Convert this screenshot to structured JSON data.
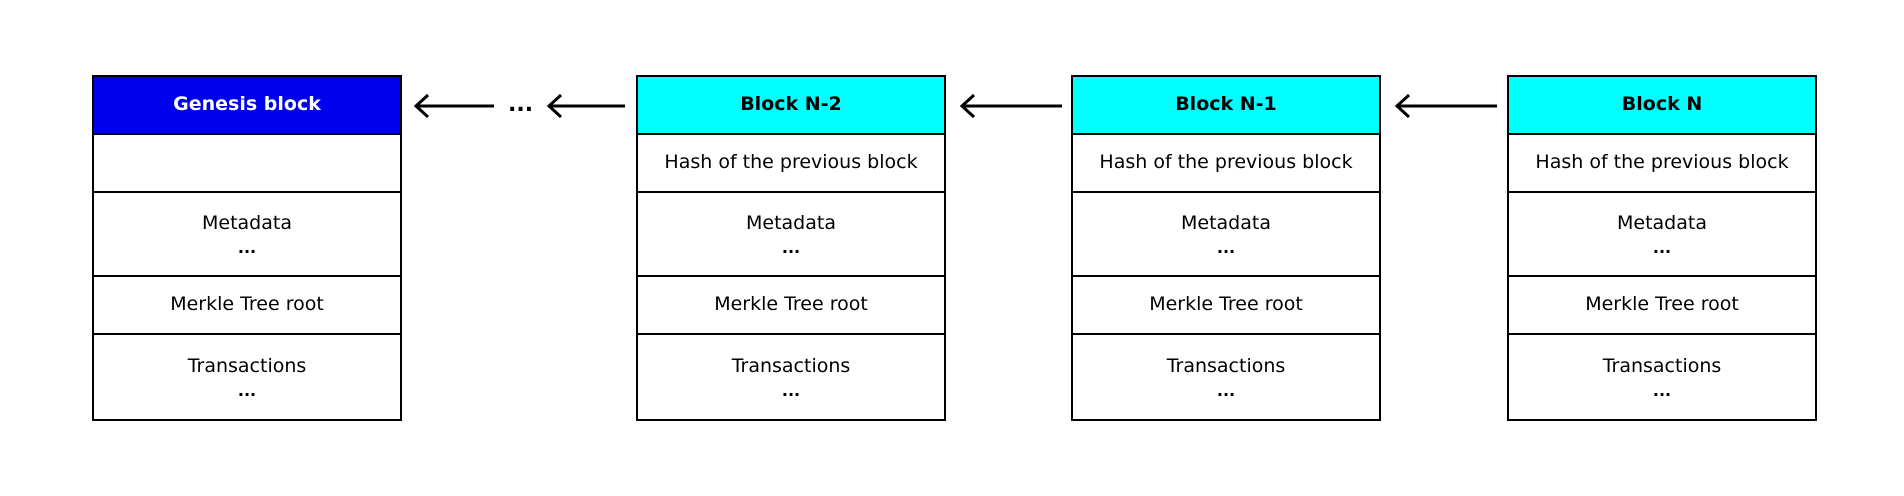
{
  "colors": {
    "genesis": "#0000ee",
    "block": "#00ffff",
    "genesis_text": "#ffffff",
    "block_text": "#000000"
  },
  "chain_ellipsis": "...",
  "blocks": [
    {
      "title": "Genesis block",
      "prev_hash": "",
      "metadata": "Metadata",
      "metadata_more": "...",
      "merkle": "Merkle Tree root",
      "transactions": "Transactions",
      "transactions_more": "..."
    },
    {
      "title": "Block N-2",
      "prev_hash": "Hash of the previous block",
      "metadata": "Metadata",
      "metadata_more": "...",
      "merkle": "Merkle Tree root",
      "transactions": "Transactions",
      "transactions_more": "..."
    },
    {
      "title": "Block N-1",
      "prev_hash": "Hash of the previous block",
      "metadata": "Metadata",
      "metadata_more": "...",
      "merkle": "Merkle Tree root",
      "transactions": "Transactions",
      "transactions_more": "..."
    },
    {
      "title": "Block N",
      "prev_hash": "Hash of the previous block",
      "metadata": "Metadata",
      "metadata_more": "...",
      "merkle": "Merkle Tree root",
      "transactions": "Transactions",
      "transactions_more": "..."
    }
  ]
}
